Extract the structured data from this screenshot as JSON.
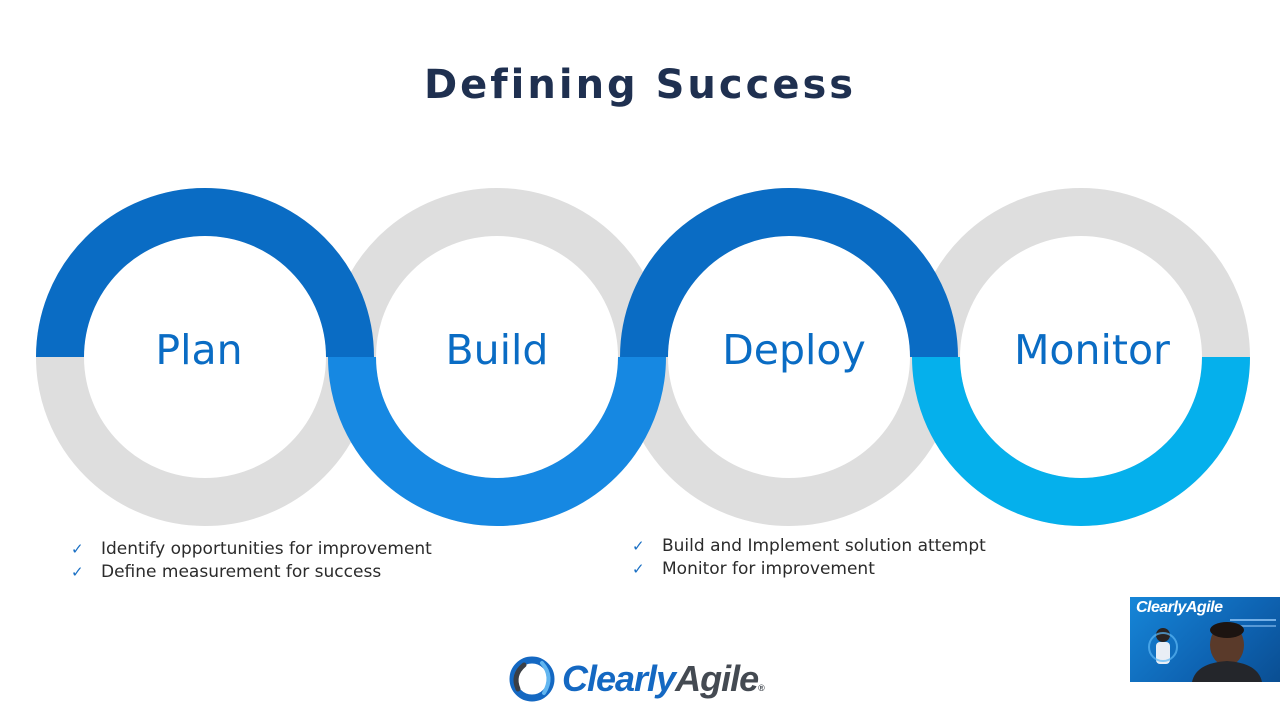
{
  "slide": {
    "title": "Defining Success"
  },
  "stages": [
    {
      "label": "Plan"
    },
    {
      "label": "Build"
    },
    {
      "label": "Deploy"
    },
    {
      "label": "Monitor"
    }
  ],
  "bullets_left": [
    "Identify opportunities for improvement",
    "Define measurement for success"
  ],
  "bullets_right": [
    "Build and Implement solution attempt",
    "Monitor for improvement"
  ],
  "check_glyph": "✓",
  "logo": {
    "part1": "Clearly",
    "part2": "Agile",
    "reg": "®",
    "icon": "swirl-logo-icon"
  },
  "webcam": {
    "brand": "ClearlyAgile"
  },
  "colors": {
    "title": "#1f3050",
    "gray_ring": "#dedede",
    "plan_blue": "#0a6cc4",
    "build_blue": "#1688e2",
    "deploy_blue": "#0a6cc4",
    "monitor_cyan": "#05b0ec",
    "stage_text": "#0a6cc4"
  }
}
